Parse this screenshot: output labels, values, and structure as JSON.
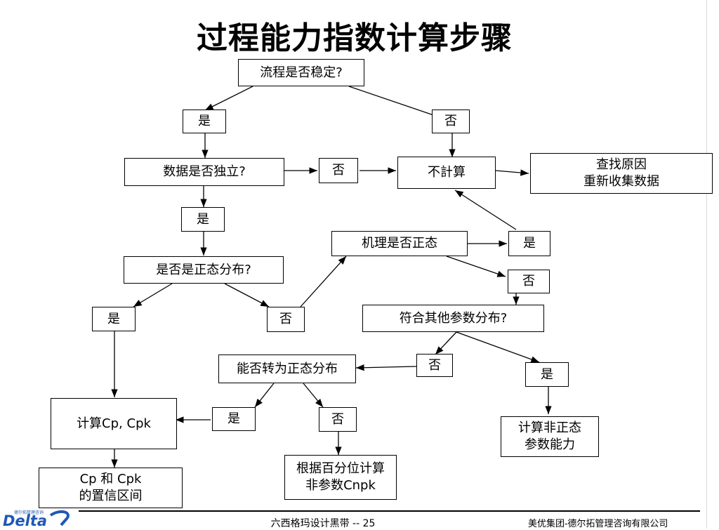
{
  "title": "过程能力指数计算步骤",
  "nodes": {
    "stable_q": "流程是否稳定?",
    "stable_yes": "是",
    "stable_no": "否",
    "indep_q": "数据是否独立?",
    "indep_no": "否",
    "no_calc": "不計算",
    "find_cause_1": "查找原因",
    "find_cause_2": "重新收集数据",
    "indep_yes": "是",
    "normal_q": "是否是正态分布?",
    "mech_q": "机理是否正态",
    "mech_yes": "是",
    "mech_no": "否",
    "normal_yes": "是",
    "normal_no": "否",
    "other_q": "符合其他参数分布?",
    "other_no": "否",
    "other_yes": "是",
    "transform_q": "能否转为正态分布",
    "transform_yes": "是",
    "transform_no": "否",
    "calc_cpk": "计算Cp, Cpk",
    "calc_nonnormal_1": "计算非正态",
    "calc_nonnormal_2": "参数能力",
    "percentile_1": "根据百分位计算",
    "percentile_2": "非参数Cnpk",
    "ci_1": "Cp 和 Cpk",
    "ci_2": "的置信区间"
  },
  "footer": {
    "center": "六西格玛设计黑带 -- 25",
    "right": "美优集团-德尔拓管理咨询有限公司",
    "logo_text": "Delta",
    "logo_small": "德尔拓管理咨询"
  },
  "colors": {
    "line": "#000000",
    "logo": "#1f58b5"
  }
}
